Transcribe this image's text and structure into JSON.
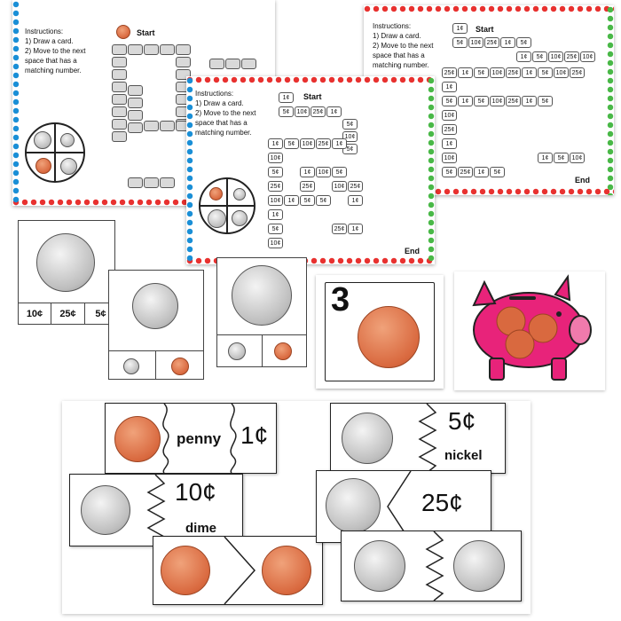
{
  "boards": [
    {
      "instructions_title": "Instructions:",
      "step1": "1)  Draw a card.",
      "step2_line1": "2)  Move to the next",
      "step2_line2": "space that has a",
      "step2_line3": "matching number.",
      "start_label": "Start"
    },
    {
      "instructions_title": "Instructions:",
      "step1": "1)  Draw a card.",
      "step2_line1": "2)  Move to the next",
      "step2_line2": "space that has a",
      "step2_line3": "matching number.",
      "start_label": "Start",
      "end_label": "End",
      "spaces": [
        "1¢",
        "5¢",
        "10¢",
        "25¢",
        "1¢",
        "5¢",
        "10¢",
        "5¢",
        "1¢",
        "5¢",
        "10¢",
        "25¢",
        "1¢",
        "10¢",
        "5¢",
        "25¢",
        "10¢",
        "1¢",
        "5¢",
        "5¢",
        "1¢",
        "25¢",
        "10¢",
        "5¢",
        "10¢",
        "25¢",
        "1¢",
        "1¢",
        "5¢",
        "10¢",
        "25¢",
        "1¢"
      ]
    },
    {
      "instructions_title": "Instructions:",
      "step1": "1)  Draw a card.",
      "step2_line1": "2)  Move to the next",
      "step2_line2": "space that has a",
      "step2_line3": "matching number.",
      "start_label": "Start",
      "end_label": "End",
      "spaces": [
        "1¢",
        "5¢",
        "10¢",
        "25¢",
        "1¢",
        "5¢",
        "1¢",
        "5¢",
        "10¢",
        "25¢",
        "10¢",
        "25¢",
        "1¢",
        "5¢",
        "10¢",
        "25¢",
        "1¢",
        "5¢",
        "10¢",
        "25¢",
        "1¢",
        "5¢",
        "10¢",
        "25¢",
        "1¢",
        "10¢",
        "5¢",
        "1¢",
        "5¢",
        "10¢",
        "25¢",
        "1¢",
        "5¢",
        "1¢",
        "5¢",
        "10¢",
        "25¢",
        "1¢",
        "5¢"
      ]
    }
  ],
  "cards": {
    "nickel_options": [
      "10¢",
      "25¢",
      "5¢"
    ],
    "number_card": "3"
  },
  "puzzles": {
    "penny": {
      "word": "penny",
      "value": "1¢"
    },
    "nickel": {
      "value": "5¢",
      "word": "nickel"
    },
    "dime": {
      "value": "10¢",
      "word": "dime"
    },
    "quarter": {
      "value": "25¢"
    }
  },
  "colors": {
    "penny": "#d9693f",
    "pig": "#e8237a",
    "dot_red": "#e8312f",
    "dot_blue": "#1a8fd6",
    "dot_green": "#49b847"
  }
}
